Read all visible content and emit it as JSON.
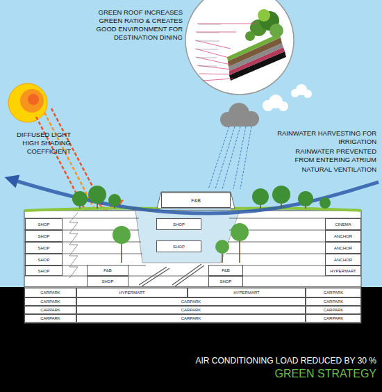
{
  "diagram": {
    "title": "GREEN STRATEGY",
    "nodes": [
      {
        "text": [
          "F&B"
        ]
      },
      {
        "text": [
          "SHOP"
        ]
      },
      {
        "text": [
          "SHOP"
        ]
      },
      {
        "text": [
          "CINEMA"
        ]
      },
      {
        "text": [
          "SHOP"
        ]
      },
      {
        "text": [
          "ANCHOR"
        ]
      },
      {
        "text": [
          "SHOP"
        ]
      },
      {
        "text": [
          "SHOP"
        ]
      },
      {
        "text": [
          "ANCHOR"
        ]
      },
      {
        "text": [
          "SHOP"
        ]
      },
      {
        "text": [
          "ANCHOR"
        ]
      },
      {
        "text": [
          "SHOP"
        ]
      },
      {
        "text": [
          "F&B"
        ]
      },
      {
        "text": [
          "F&B"
        ]
      },
      {
        "text": [
          "HYPERMART"
        ]
      },
      {
        "text": [
          "SHOP"
        ]
      },
      {
        "text": [
          "SHOP"
        ]
      },
      {
        "text": [
          "CARPARK"
        ]
      },
      {
        "text": [
          "HYPERMART"
        ]
      },
      {
        "text": [
          "HYPERMART"
        ]
      },
      {
        "text": [
          "CARPARK"
        ]
      },
      {
        "text": [
          "CARPARK"
        ]
      },
      {
        "text": [
          "CARPARK"
        ]
      },
      {
        "text": [
          "CARPARK"
        ]
      },
      {
        "text": [
          "CARPARK"
        ]
      },
      {
        "text": [
          "CARPARK"
        ]
      },
      {
        "text": [
          "CARPARK"
        ]
      },
      {
        "text": [
          "CARPARK"
        ]
      },
      {
        "text": [
          "CARPARK"
        ]
      },
      {
        "text": [
          "CARPARK"
        ]
      }
    ],
    "labels": [
      "GREEN ROOF INCREASES GREEN RATIO & CREATES GOOD ENVIRONMENT FOR DESTINATION DINING",
      "DIFFUSED LIGHT HIGH SHADING COEFFICIENT",
      "RAINWATER HARVESTING FOR IRRIGATION",
      "RAINWATER PREVENTED FROM ENTERING ATRIUM",
      "NATURAL VENTILATION",
      "AIR CONDITIONING LOAD REDUCED BY 30 %"
    ]
  }
}
